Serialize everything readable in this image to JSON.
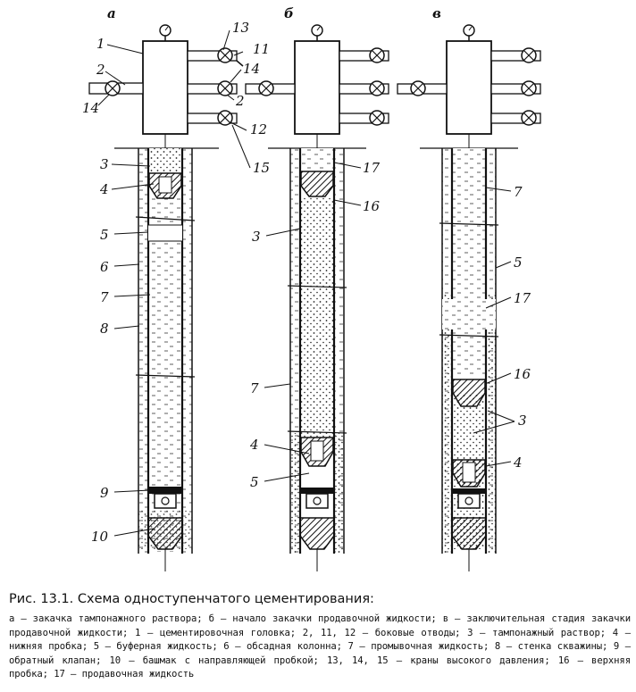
{
  "figure": {
    "panel_letters": [
      "а",
      "б",
      "в"
    ],
    "callouts": [
      "1",
      "2",
      "14",
      "13",
      "11",
      "14",
      "2",
      "12",
      "15",
      "3",
      "4",
      "5",
      "6",
      "7",
      "8",
      "9",
      "10",
      "17",
      "16",
      "3",
      "7",
      "4",
      "5",
      "7",
      "5",
      "17",
      "16",
      "3",
      "4"
    ]
  },
  "caption": {
    "title": "Рис. 13.1. Схема одноступенчатого цементирования:",
    "legend": "а — закачка тампонажного раствора; б — начало закачки продавочной жидкости; в — заключительная стадия закачки продавочной жидкости; 1 — цементировочная головка; 2, 11, 12 — боковые отводы; 3 — тампонажный раствор; 4 — нижняя пробка; 5 — буферная жидкость; 6 — обсадная колонна; 7 — промывочная жидкость; 8 — стенка скважины; 9 — обратный клапан; 10 — башмак с направляющей пробкой; 13, 14, 15 — краны высокого давления; 16 — верхняя пробка; 17 — продавочная жидкость"
  }
}
